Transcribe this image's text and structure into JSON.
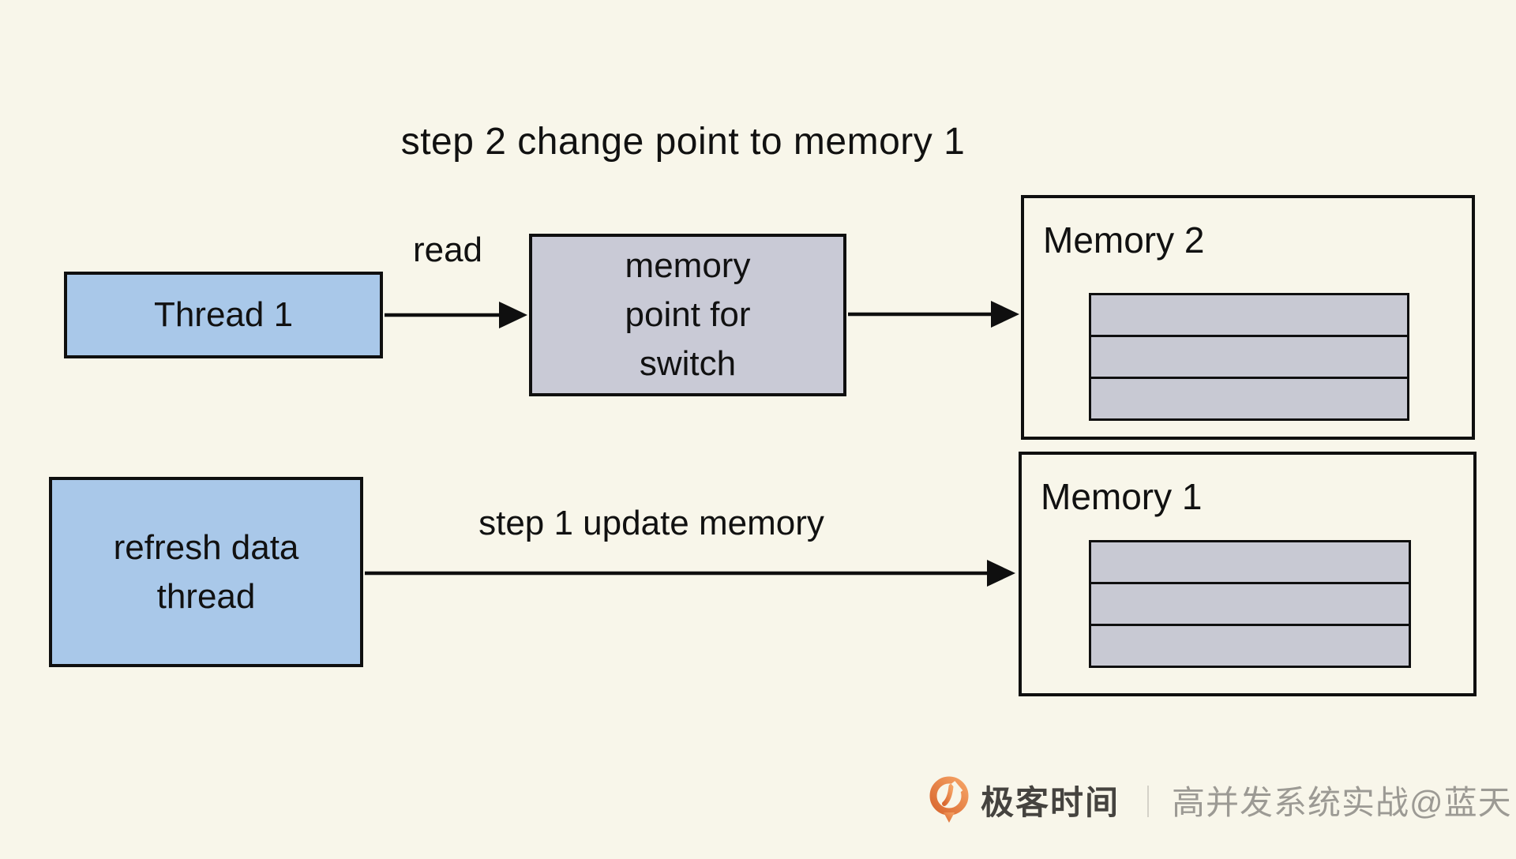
{
  "title": "step 2 change point to memory 1",
  "nodes": {
    "thread1": {
      "label": "Thread 1"
    },
    "memory_point": {
      "lines": [
        "memory",
        "point for",
        "switch"
      ]
    },
    "refresh_thread": {
      "lines": [
        "refresh data",
        "thread"
      ]
    },
    "memory2": {
      "title": "Memory 2",
      "row_count": 3
    },
    "memory1": {
      "title": "Memory 1",
      "row_count": 3
    }
  },
  "edges": {
    "read": {
      "label": "read"
    },
    "step1": {
      "label": "step 1 update memory"
    }
  },
  "watermark": {
    "brand": "极客时间",
    "divider": "｜",
    "credit": "高并发系统实战@蓝天"
  },
  "colors": {
    "background": "#F8F6EA",
    "thread_fill": "#A9C8E9",
    "switch_fill": "#C9CAD6",
    "row_fill": "#C8C9D3",
    "border": "#0F0F0F",
    "text": "#111111",
    "brand_text": "#45433F",
    "credit_text": "#9C9A94",
    "divider": "#CFCCC2",
    "logo_orange_dark": "#D96830",
    "logo_orange_light": "#F5A264"
  }
}
